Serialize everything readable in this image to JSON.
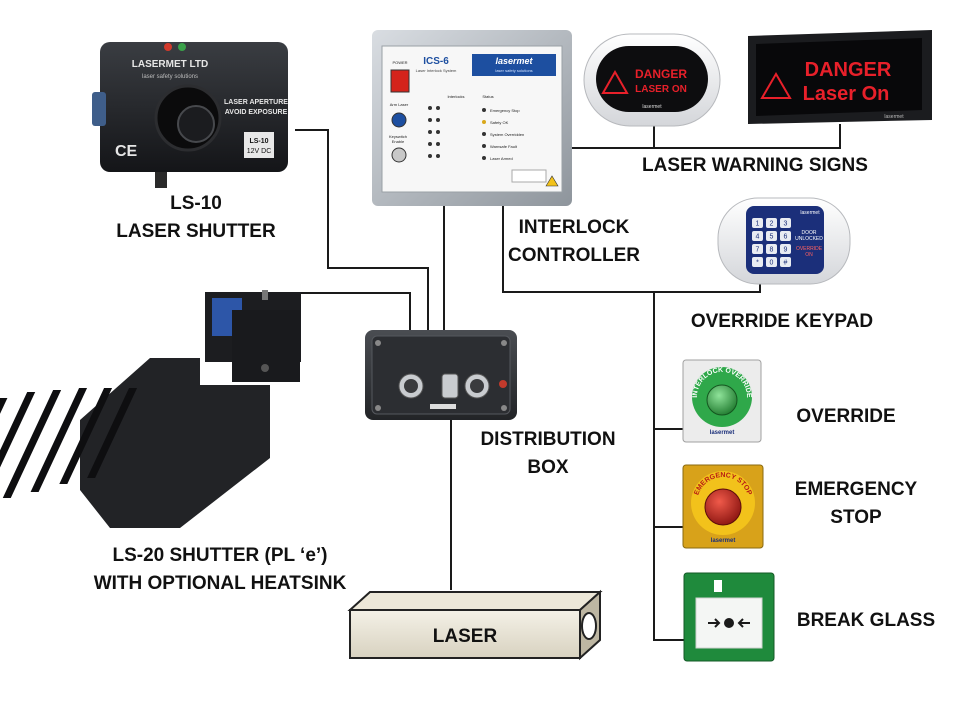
{
  "labels": {
    "ls10": [
      "LS-10",
      "LASER SHUTTER"
    ],
    "ls20": [
      "LS-20 SHUTTER (PL ‘e’)",
      "WITH OPTIONAL HEATSINK"
    ],
    "distribution": [
      "DISTRIBUTION",
      "BOX"
    ],
    "interlock": [
      "INTERLOCK",
      "CONTROLLER"
    ],
    "warning": "LASER WARNING SIGNS",
    "keypad": "OVERRIDE KEYPAD",
    "override": "OVERRIDE",
    "estop": [
      "EMERGENCY",
      "STOP"
    ],
    "breakglass": "BREAK GLASS",
    "laser": "LASER"
  },
  "device_text": {
    "ls10_brand": "LASERMET LTD",
    "ls10_sub": "laser safety solutions",
    "ls10_aperture": [
      "LASER APERTURE",
      "AVOID EXPOSURE"
    ],
    "ls10_badge": [
      "LS-10",
      "12V DC"
    ],
    "ls10_ce": "CE",
    "ics_title": "ICS-6",
    "ics_sub": "Laser Interlock System",
    "ics_brand": "lasermet",
    "ics_brand_sub": "laser safety solutions",
    "ics_power": "POWER",
    "ics_arm": "Arm Laser",
    "ics_keyswitch": [
      "Keyswitch",
      "Enable"
    ],
    "ics_interlocks": "Interlocks",
    "ics_status": "Status",
    "ics_status_items": [
      "Emergency Stop",
      "Safety OK",
      "System Overridden",
      "Warnsafe Fault",
      "Laser Armed"
    ],
    "sign1": [
      "DANGER",
      "LASER ON"
    ],
    "sign1_brand": "lasermet",
    "sign2": [
      "DANGER",
      "Laser On"
    ],
    "sign2_brand": "lasermet",
    "keypad_brand": "lasermet",
    "keypad_keys": [
      "1",
      "2",
      "3",
      "4",
      "5",
      "6",
      "7",
      "8",
      "9",
      "*",
      "0",
      "#"
    ],
    "keypad_door": [
      "DOOR",
      "UNLOCKED"
    ],
    "keypad_override": [
      "OVERRIDE",
      "ON"
    ],
    "override_ring": "INTERLOCK OVERRIDE",
    "override_brand": "lasermet",
    "estop_ring": "EMERGENCY STOP",
    "estop_brand": "lasermet"
  },
  "colors": {
    "wire": "#1a1a1a",
    "sign_red": "#e8202a",
    "ics_blue": "#1d4fa0",
    "keypad_blue": "#1b2f7a",
    "override_green": "#2fa84a",
    "estop_yellow": "#f2c21b",
    "breakglass_green": "#1f8a3c"
  }
}
